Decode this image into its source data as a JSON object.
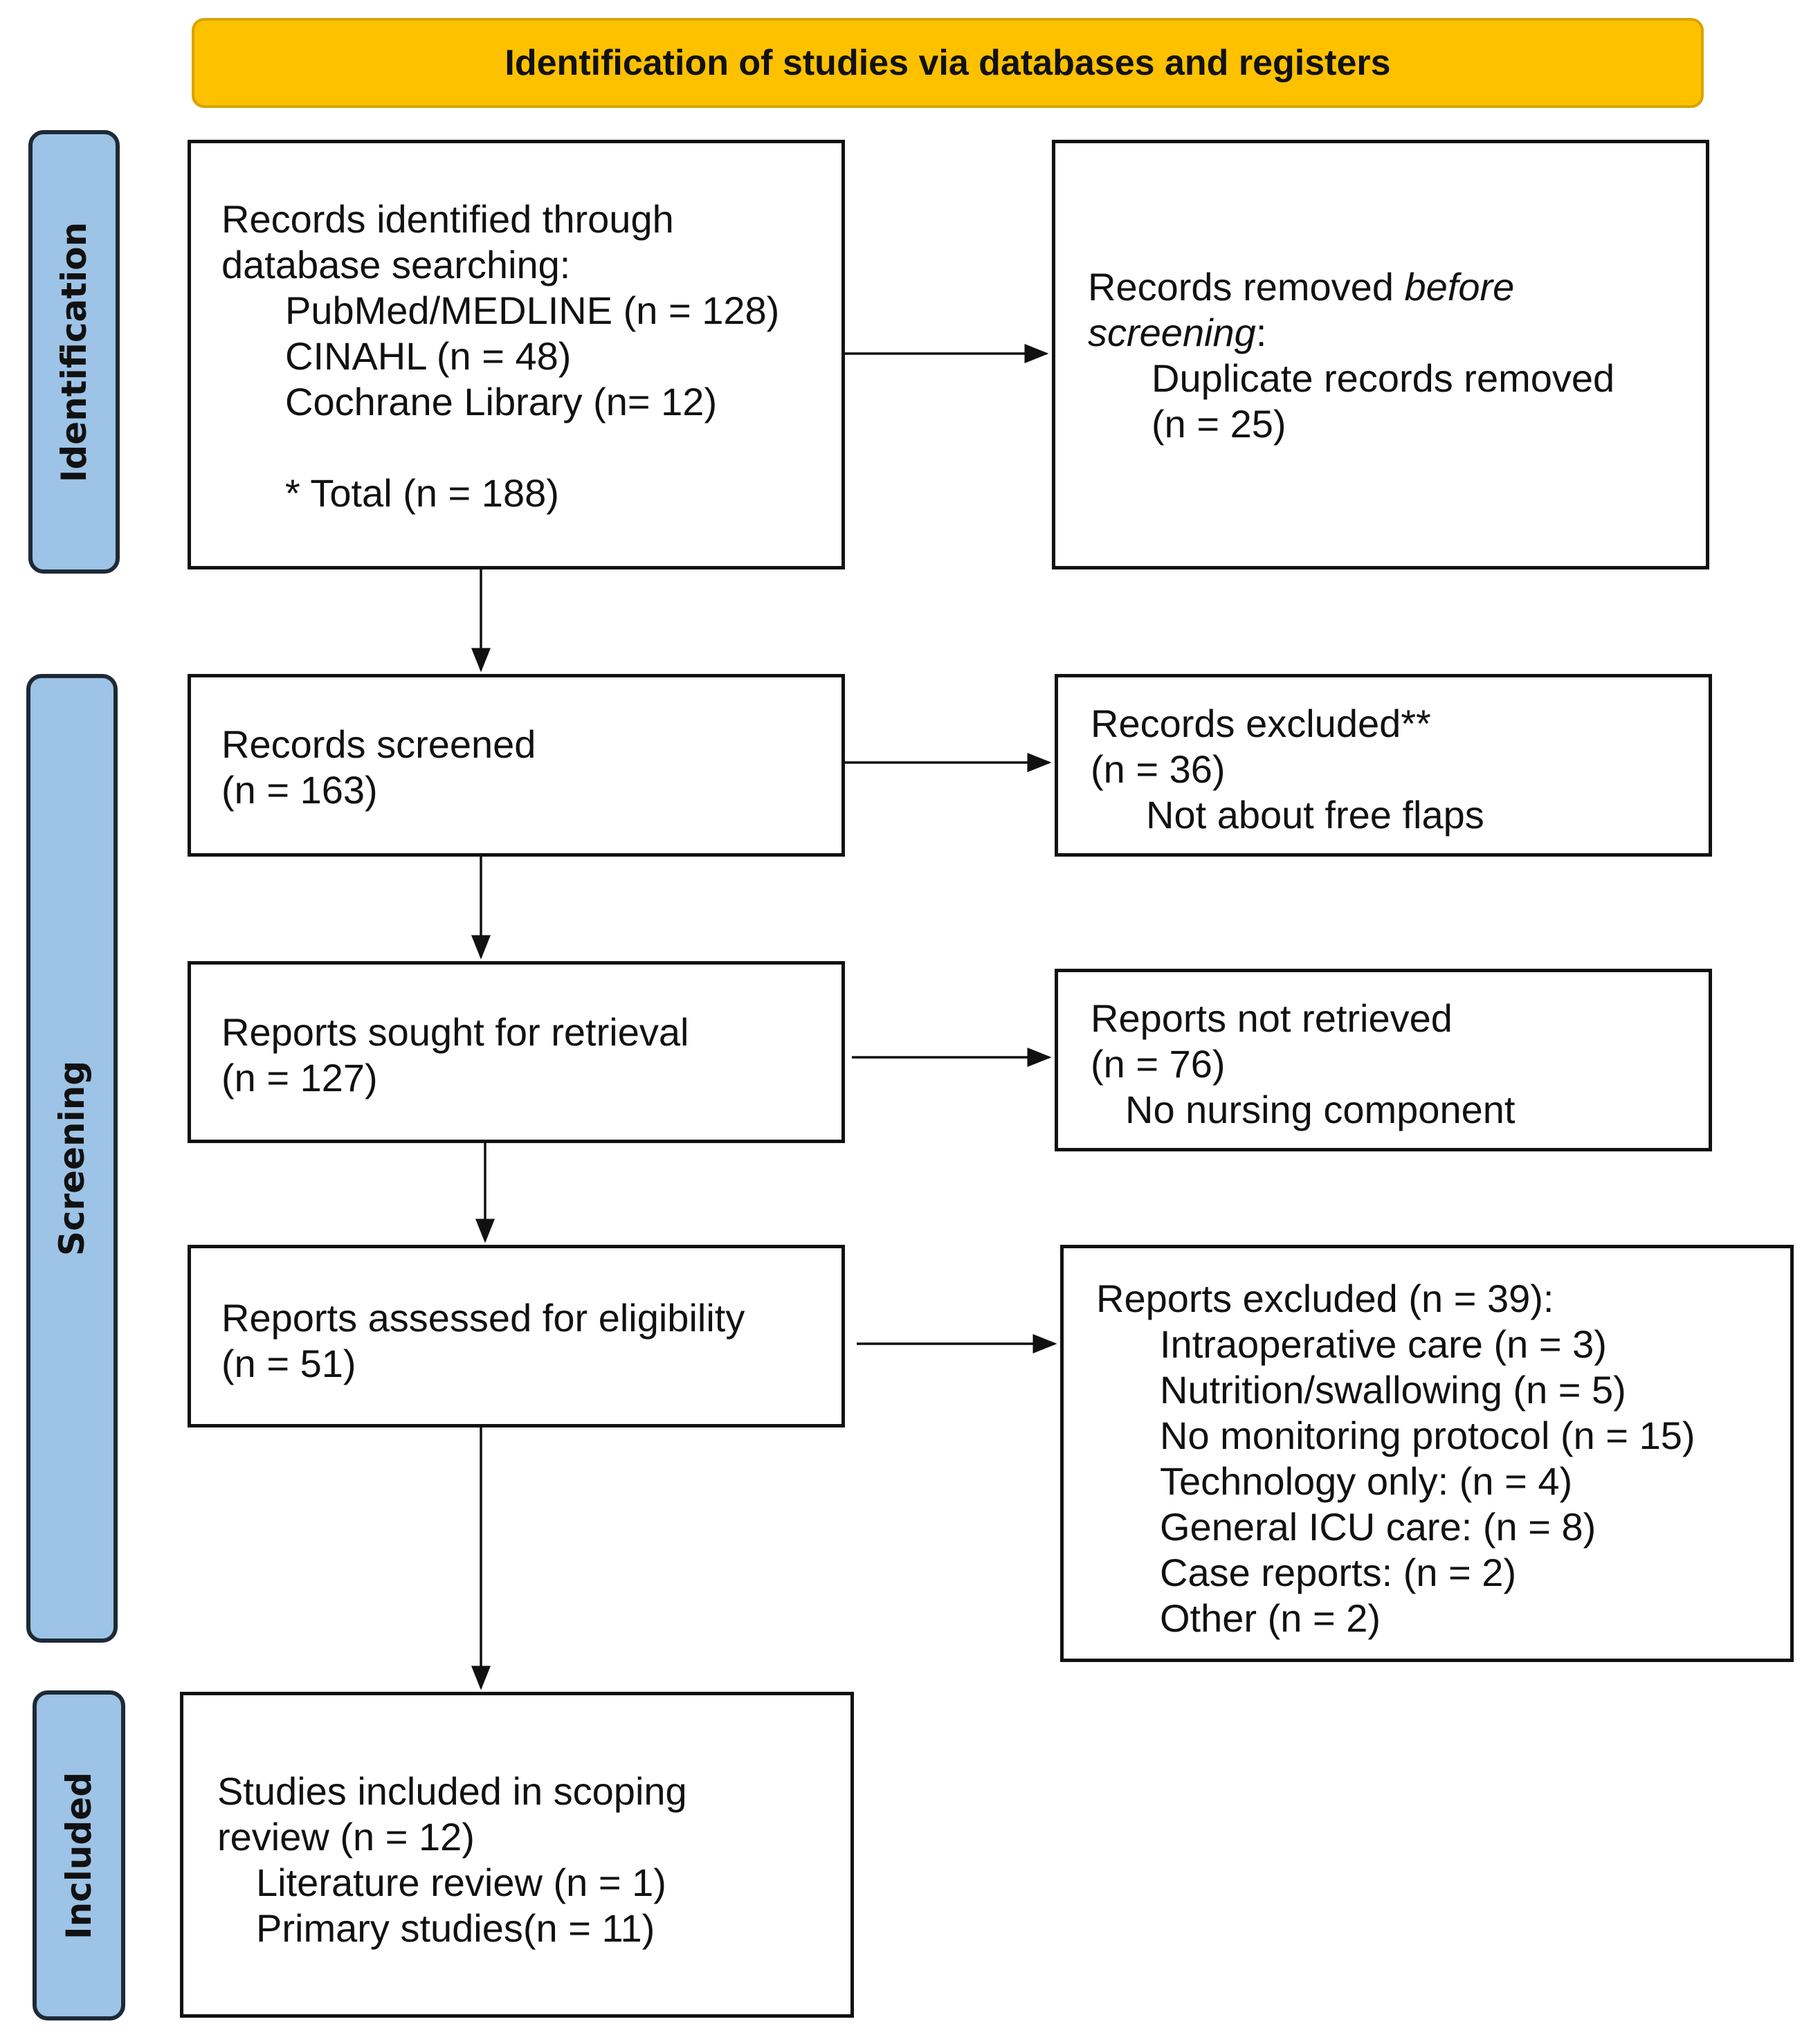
{
  "header": {
    "title": "Identification of studies via databases and registers",
    "color": "#fdc100"
  },
  "phases": {
    "identification": "Identification",
    "screening": "Screening",
    "included": "Included",
    "color": "#9dc3e6"
  },
  "identified": {
    "title_1": "Records identified through",
    "title_2": "database searching:",
    "sources": [
      "PubMed/MEDLINE (n = 128)",
      "CINAHL (n = 48)",
      "Cochrane Library (n= 12)"
    ],
    "total": "* Total (n = 188)"
  },
  "removed": {
    "title_1": "Records removed ",
    "title_italic_1": "before",
    "title_italic_2": "screening",
    "title_colon": ":",
    "item_1": "Duplicate records removed",
    "item_2": "(n = 25)"
  },
  "screened": {
    "title": "Records screened",
    "n": "(n = 163)"
  },
  "excluded": {
    "title": "Records excluded**",
    "n": "(n = 36)",
    "reason": "Not about free flaps"
  },
  "sought": {
    "title": "Reports sought for retrieval",
    "n": "(n = 127)"
  },
  "not_retrieved": {
    "title": "Reports not retrieved",
    "n": "(n = 76)",
    "reason": "No nursing component"
  },
  "assessed": {
    "title": "Reports assessed for eligibility",
    "n": "(n = 51)"
  },
  "reports_excluded": {
    "title": "Reports excluded (n = 39):",
    "reasons": [
      "Intraoperative care (n = 3)",
      "Nutrition/swallowing (n = 5)",
      "No monitoring protocol (n = 15)",
      "Technology only: (n = 4)",
      "General ICU care: (n = 8)",
      "Case reports: (n = 2)",
      "Other (n = 2)"
    ]
  },
  "included": {
    "title_1": "Studies included in scoping",
    "title_2": "review (n = 12)",
    "items": [
      "Literature review (n = 1)",
      "Primary studies(n = 11)"
    ]
  }
}
